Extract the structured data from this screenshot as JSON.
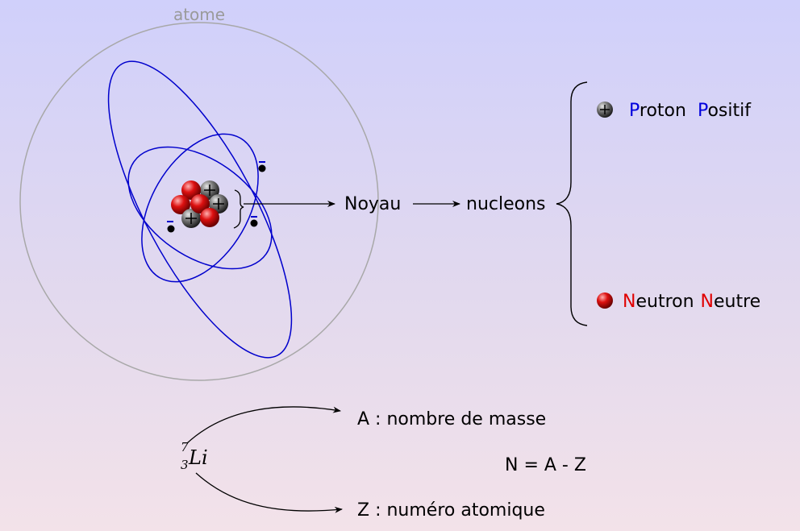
{
  "atom": {
    "label": "atome",
    "nucleus_label": "Noyau",
    "nucleons_label": "nucleons"
  },
  "proton": {
    "initial": "P",
    "name_rest": "roton",
    "charge_initial": "P",
    "charge_rest": "ositif"
  },
  "neutron": {
    "initial": "N",
    "name_rest": "eutron",
    "charge_initial": "N",
    "charge_rest": "eutre"
  },
  "notation": {
    "mass_number": "7",
    "atomic_number": "3",
    "symbol": "Li",
    "mass_label": "A : nombre de masse",
    "atomic_label": "Z : numéro atomique",
    "formula": "N = A - Z"
  },
  "colors": {
    "orbit": "#0000cc",
    "accent_blue": "#0000dd",
    "accent_red": "#e00000",
    "proton": "#555555",
    "neutron": "#cc0000",
    "atom_circle": "#a8a8a8"
  }
}
